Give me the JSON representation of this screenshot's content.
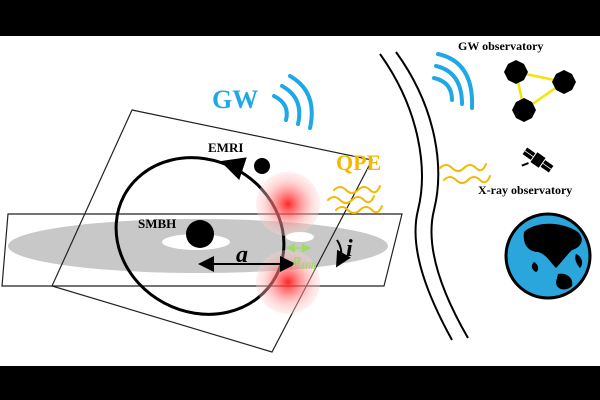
{
  "labels": {
    "gw": "GW",
    "qpe": "QPE",
    "emri": "EMRI",
    "smbh": "SMBH",
    "semi_major_axis": "a",
    "inclination": "i",
    "hill_radius": "R",
    "hill_radius_sub": "Hill",
    "gw_observatory": "GW observatory",
    "xray_observatory": "X-ray observatory"
  },
  "colors": {
    "background_band": "#000000",
    "panel": "#ffffff",
    "gw_waves": "#1fa8e6",
    "qpe": "#f5b800",
    "disk": "#c8c8c8",
    "hill_arrow": "#9fd96a",
    "detector_link": "#f2e600",
    "ocean": "#2aa6dc",
    "flare": "#ff1a1a"
  },
  "icons": {
    "gw_observatory": "triangle-detector-icon",
    "xray_observatory": "satellite-icon",
    "earth": "earth-globe-icon"
  }
}
